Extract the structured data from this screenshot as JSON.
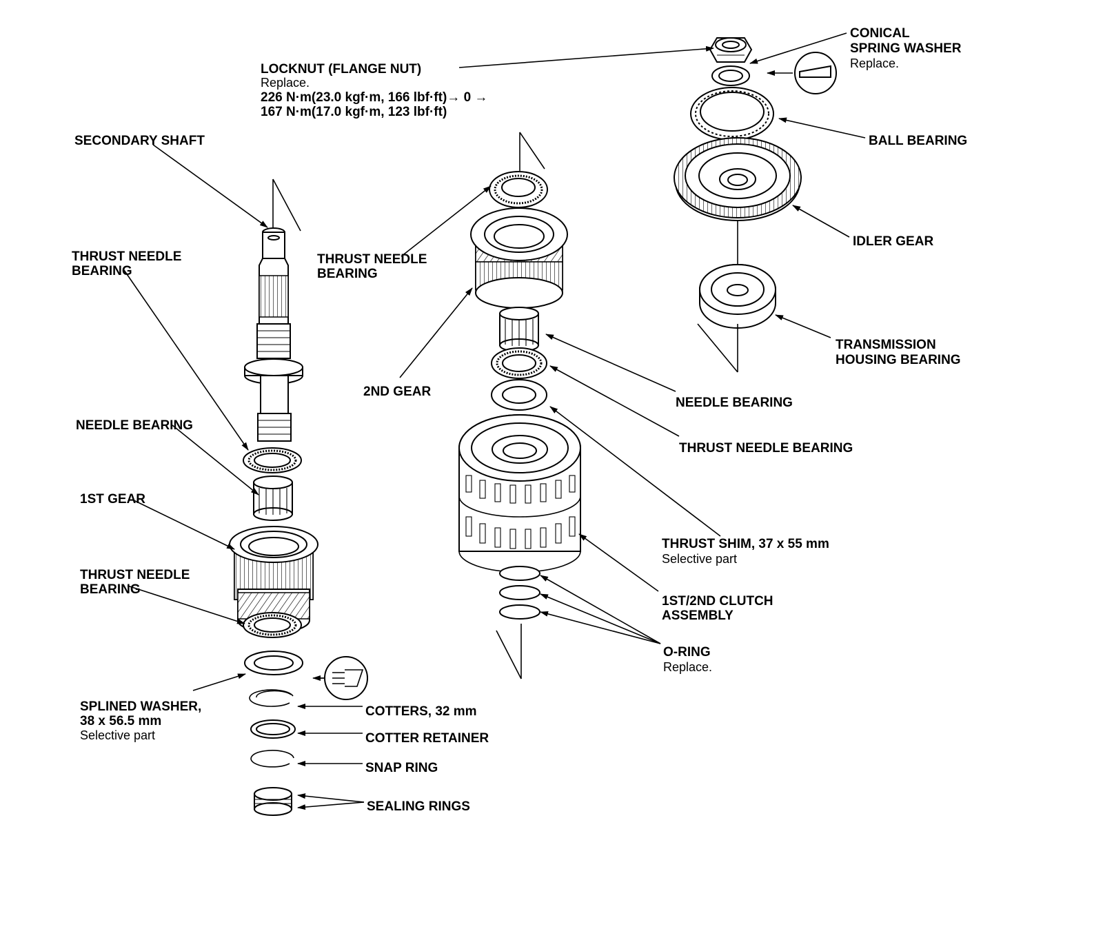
{
  "labels": {
    "locknut": {
      "title": "LOCKNUT (FLANGE NUT)",
      "note": "Replace.",
      "torque1": "226 N·m(23.0 kgf·m, 166 lbf·ft)→ 0 →",
      "torque2": "167 N·m(17.0 kgf·m, 123 lbf·ft)"
    },
    "conical_washer": {
      "line1": "CONICAL",
      "line2": "SPRING WASHER",
      "note": "Replace."
    },
    "ball_bearing": "BALL BEARING",
    "idler_gear": "IDLER GEAR",
    "housing_bearing": {
      "line1": "TRANSMISSION",
      "line2": "HOUSING BEARING"
    },
    "secondary_shaft": "SECONDARY SHAFT",
    "thrust_needle_left_top": {
      "line1": "THRUST NEEDLE",
      "line2": "BEARING"
    },
    "thrust_needle_center": {
      "line1": "THRUST NEEDLE",
      "line2": "BEARING"
    },
    "second_gear": "2ND GEAR",
    "needle_bearing_left": "NEEDLE BEARING",
    "needle_bearing_right": "NEEDLE BEARING",
    "thrust_needle_right": "THRUST NEEDLE BEARING",
    "first_gear": "1ST GEAR",
    "thrust_needle_left_bottom": {
      "line1": "THRUST NEEDLE",
      "line2": "BEARING"
    },
    "thrust_shim": {
      "title": "THRUST SHIM, 37 x 55 mm",
      "note": "Selective part"
    },
    "clutch_assembly": {
      "line1": "1ST/2ND CLUTCH",
      "line2": "ASSEMBLY"
    },
    "o_ring": {
      "title": "O-RING",
      "note": "Replace."
    },
    "splined_washer": {
      "line1": "SPLINED WASHER,",
      "line2": "38 x 56.5 mm",
      "note": "Selective part"
    },
    "cotters": "COTTERS, 32 mm",
    "cotter_retainer": "COTTER RETAINER",
    "snap_ring": "SNAP RING",
    "sealing_rings": "SEALING RINGS"
  },
  "icons": {
    "replace_symbol": "conical-washer-orientation-icon",
    "lubricate_symbol": "lubricate-icon"
  },
  "colors": {
    "ink": "#000000",
    "paper": "#ffffff"
  }
}
